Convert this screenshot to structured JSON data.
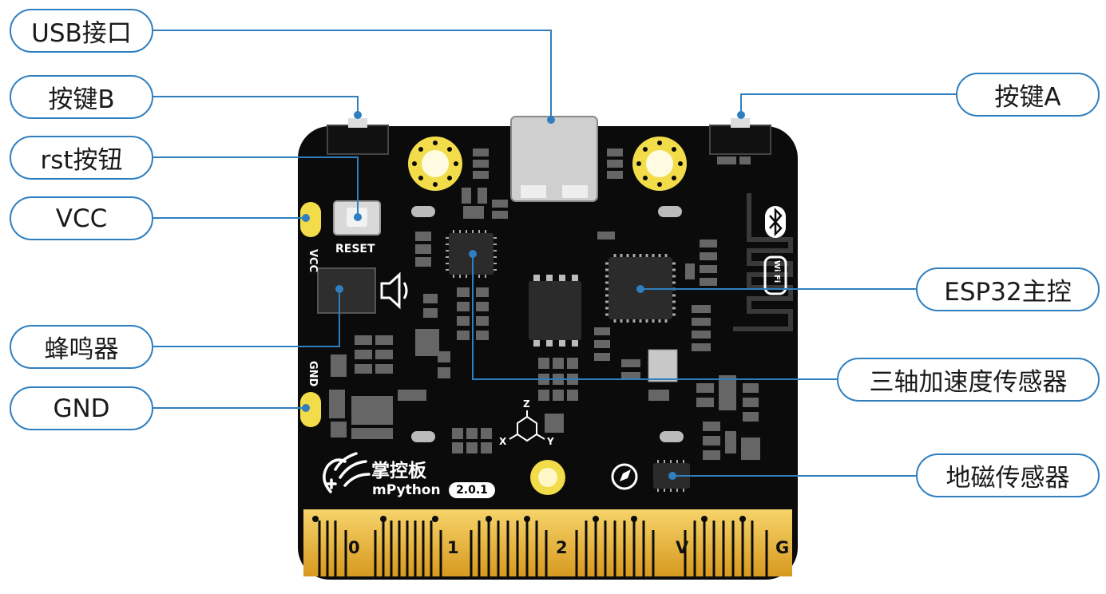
{
  "labels": {
    "usb": "USB接口",
    "button_b": "按键B",
    "rst_button": "rst按钮",
    "vcc": "VCC",
    "buzzer": "蜂鸣器",
    "gnd": "GND",
    "button_a": "按键A",
    "esp32": "ESP32主控",
    "accelerometer": "三轴加速度传感器",
    "magnetometer": "地磁传感器"
  },
  "board": {
    "reset_text": "RESET",
    "vcc_text": "VCC",
    "gnd_text": "GND",
    "brand_cn": "掌控板",
    "brand_en": "mPython",
    "version": "2.0.1",
    "axis_x": "X",
    "axis_y": "Y",
    "axis_z": "Z",
    "wifi_text": "Wi Fi",
    "pins": [
      "0",
      "1",
      "2",
      "V",
      "G"
    ]
  },
  "colors": {
    "callout_line": "#2f7fc0",
    "pcb": "#0b0b0b",
    "gold": "#e8b93a",
    "pad_yellow": "#f2dc4a",
    "chip": "#2b2b2b"
  },
  "icons": [
    "bluetooth-icon",
    "wifi-icon",
    "speaker-icon",
    "compass-icon",
    "hand-logo-icon",
    "axis-icon"
  ]
}
